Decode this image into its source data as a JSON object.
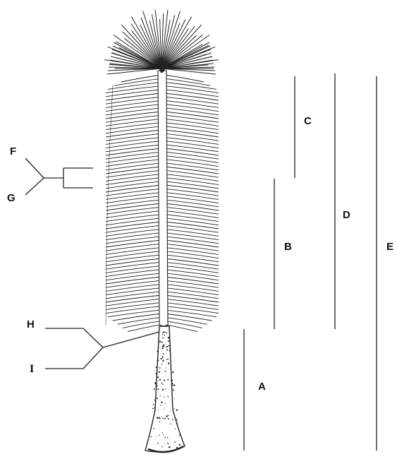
{
  "labels": {
    "A": "A",
    "B": "B",
    "C": "C",
    "D": "D",
    "E": "E",
    "F": "F",
    "G": "G",
    "H": "H",
    "I": "I"
  }
}
